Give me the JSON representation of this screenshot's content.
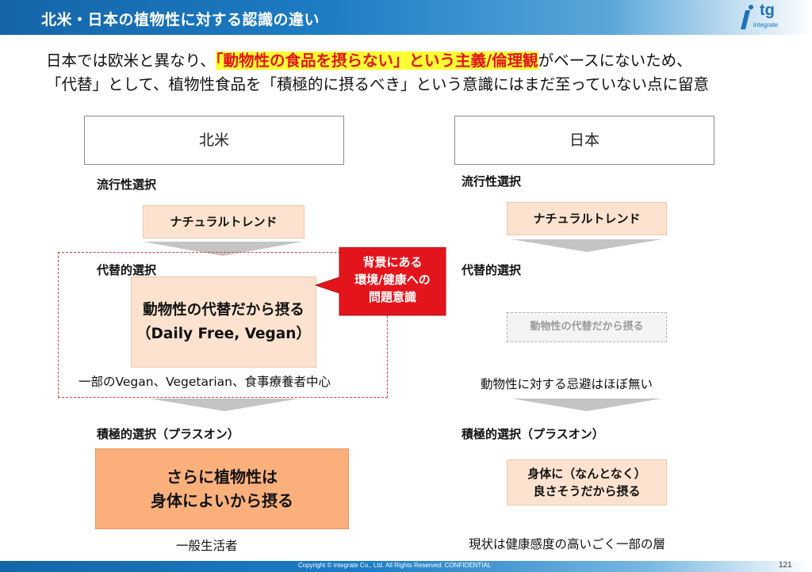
{
  "header": {
    "title": "北米・日本の植物性に対する認識の違い",
    "logo_text": "tg",
    "logo_sub": "integrate",
    "brand_color": "#1c7cc4"
  },
  "lead": {
    "line1_pre": "日本では欧米と異なり、",
    "line1_highlight": "「動物性の食品を摂らない」という主義/倫理観",
    "line1_post": "がベースにないため、",
    "line2": "「代替」として、植物性食品を「積極的に摂るべき」という意識にはまだ至っていない点に留意"
  },
  "north_america": {
    "label": "北米",
    "stage1": "流行性選択",
    "trend": "ナチュラルトレンド",
    "stage2": "代替的選択",
    "alt_line1": "動物性の代替だから摂る",
    "alt_line2": "（Daily Free, Vegan）",
    "callout_line1": "背景にある",
    "callout_line2": "環境/健康への",
    "callout_line3": "問題意識",
    "alt_caption": "一部のVegan、Vegetarian、食事療養者中心",
    "stage3": "積極的選択（プラスオン）",
    "plus_line1": "さらに植物性は",
    "plus_line2": "身体によいから摂る",
    "plus_caption": "一般生活者"
  },
  "japan": {
    "label": "日本",
    "stage1": "流行性選択",
    "trend": "ナチュラルトレンド",
    "stage2": "代替的選択",
    "alt_faded": "動物性の代替だから摂る",
    "alt_caption": "動物性に対する忌避はほぼ無い",
    "stage3": "積極的選択（プラスオン）",
    "plus_line1": "身体に（なんとなく）",
    "plus_line2": "良さそうだから摂る",
    "plus_caption": "現状は健康感度の高いごく一部の層"
  },
  "footer": {
    "copyright": "Copyright © integrate Co., Ltd. All Rights Reserved.  CONFIDENTIAL",
    "page": "121"
  },
  "colors": {
    "pill": "#fde3cf",
    "plus_strong": "#fbb07c",
    "callout": "#e3141b",
    "dashed": "#d9403a"
  }
}
